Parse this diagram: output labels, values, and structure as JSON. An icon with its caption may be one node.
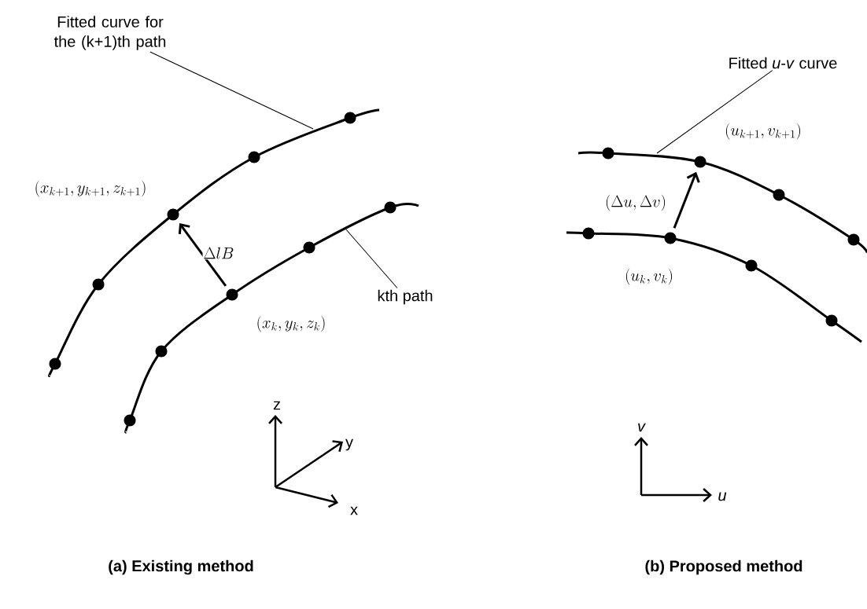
{
  "diagram": {
    "nodes": [
      {
        "text": [
          "Fitted curve for the (k+1)th path"
        ]
      },
      {
        "text": [],
        "shape": "circle",
        "beside": [
          "(x_{k+1},y_{k+1},z_{k+1})"
        ]
      },
      {
        "text": [],
        "shape": "circle",
        "beside": [
          "(x_k,y_k,z_k)"
        ]
      },
      {
        "text": [
          "kth path"
        ]
      },
      {
        "text": [
          "Fitted *u*-*v* curve"
        ]
      },
      {
        "text": [],
        "shape": "circle",
        "beside": [
          "(u_{k+1},v_{k+1})"
        ]
      },
      {
        "text": [],
        "shape": "circle",
        "beside": [
          "(u_k,v_k)"
        ]
      }
    ],
    "edges": [
      {
        "from": 0,
        "to": null,
        "arrow": "none"
      },
      {
        "from": 2,
        "to": 1,
        "arrow": "to",
        "label": "\\Delta lB",
        "style": "thick"
      },
      {
        "from": 3,
        "to": null,
        "arrow": "none"
      },
      {
        "from": 4,
        "to": null,
        "arrow": "none"
      },
      {
        "from": 6,
        "to": 5,
        "arrow": "to",
        "label": "(\\Delta u,\\Delta v)",
        "style": "thick"
      }
    ],
    "labels": [
      "z",
      "y",
      "x",
      "v",
      "u",
      "(a) Existing method",
      "(b) Proposed method"
    ]
  }
}
